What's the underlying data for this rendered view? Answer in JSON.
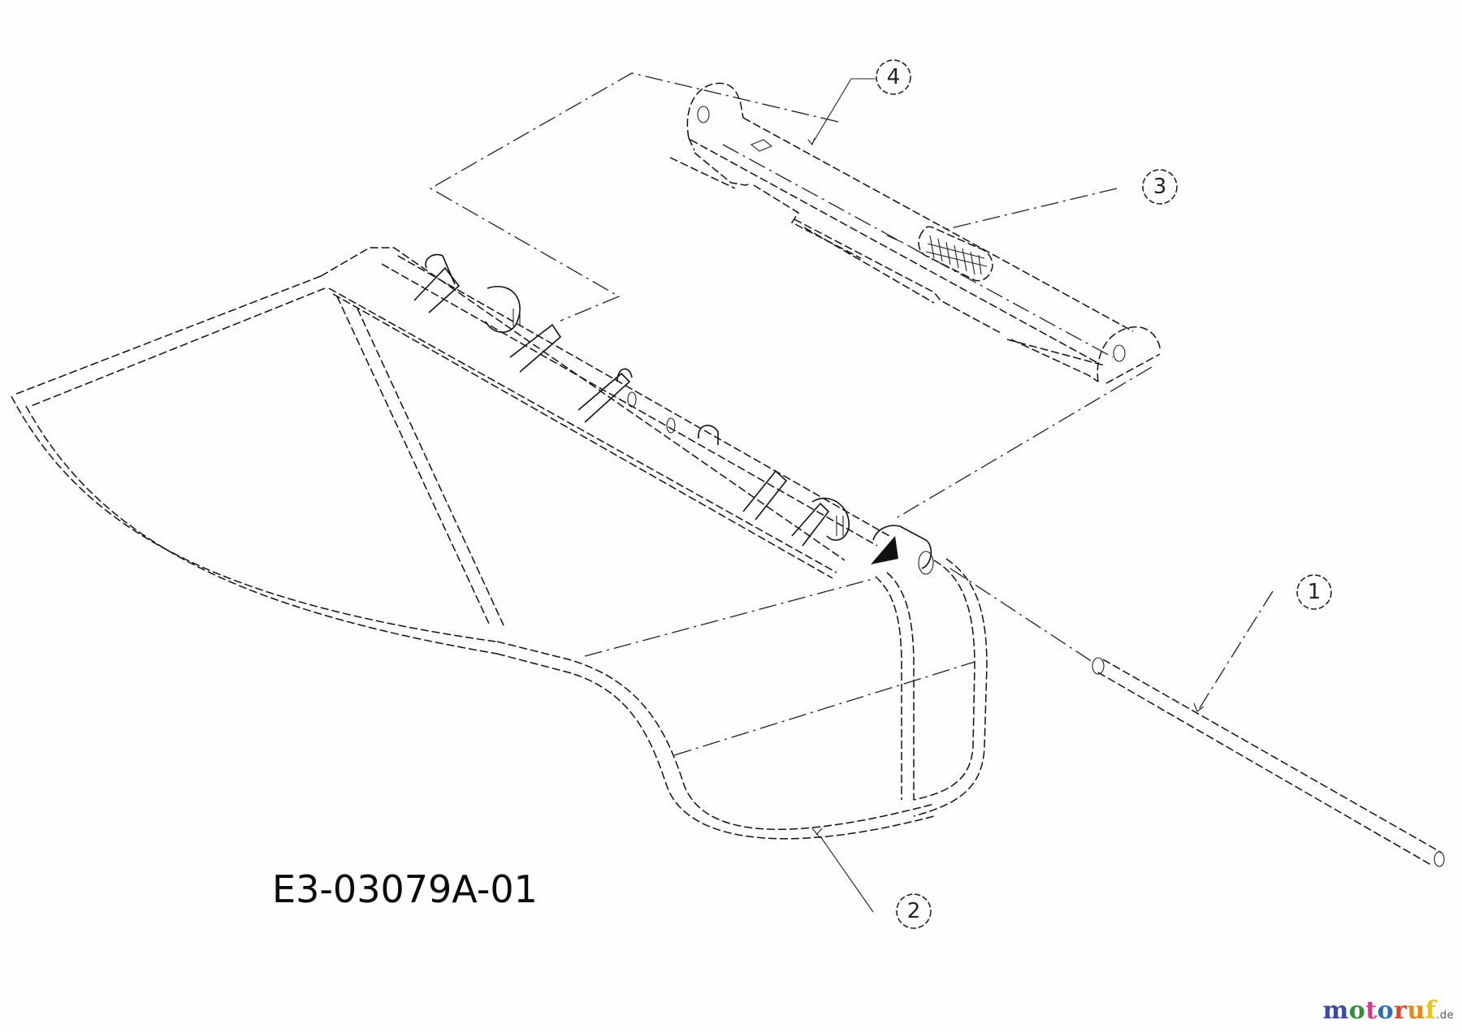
{
  "diagram": {
    "part_number": "E3-03079A-01",
    "callouts": [
      {
        "id": "1",
        "label": "1",
        "part": "rod"
      },
      {
        "id": "2",
        "label": "2",
        "part": "grass-bag-frame"
      },
      {
        "id": "3",
        "label": "3",
        "part": "torsion-spring"
      },
      {
        "id": "4",
        "label": "4",
        "part": "hinge-bracket"
      }
    ]
  },
  "watermark": {
    "letters": [
      {
        "ch": "m",
        "color": "#3b4aa0"
      },
      {
        "ch": "o",
        "color": "#2f8f3a"
      },
      {
        "ch": "t",
        "color": "#d03a8c"
      },
      {
        "ch": "o",
        "color": "#2a6fb8"
      },
      {
        "ch": "r",
        "color": "#e0452a"
      },
      {
        "ch": "u",
        "color": "#e8861a"
      },
      {
        "ch": "f",
        "color": "#e8c21a"
      }
    ],
    "tld": ".de"
  },
  "colors": {
    "line": "#111111",
    "background": "#fdfefd"
  }
}
